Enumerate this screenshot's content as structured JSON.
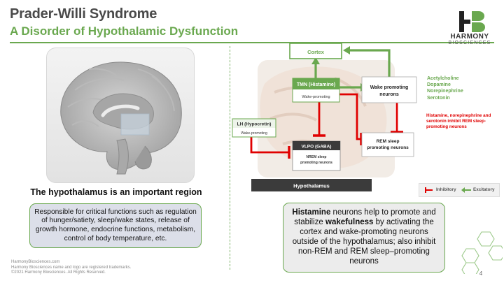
{
  "header": {
    "title": "Prader-Willi Syndrome",
    "subtitle": "A Disorder of Hypothalamic Dysfunction"
  },
  "logo": {
    "word": "HARMONY",
    "sub": "BIOSCIENCES"
  },
  "left_panel": {
    "heading": "The hypothalamus is an important region",
    "description": "Responsible for critical functions such as regulation of hunger/satiety, sleep/wake states, release of growth hormone, endocrine functions, metabolism, control of body temperature, etc."
  },
  "diagram": {
    "cortex": "Cortex",
    "tmn_title": "TMN (Histamine)",
    "tmn_sub": "Wake-promoting",
    "wake_title": "Wake promoting neurons",
    "lh_title": "LH (Hypocretin)",
    "lh_sub": "Wake-promoting",
    "vlpo_title": "VLPO (GABA)",
    "vlpo_sub": "NREM sleep promoting neurons",
    "rem_title": "REM sleep promoting neurons",
    "hypothalamus": "Hypothalamus"
  },
  "neurotransmitters": [
    "Acetylcholine",
    "Dopamine",
    "Norepinephrine",
    "Serotonin"
  ],
  "inhibition_note": "Histamine, norepinephrine and serotonin inhibit REM sleep-promoting neurons",
  "legend": {
    "inhibitory": "Inhibitory",
    "excitatory": "Excitatory"
  },
  "right_description": {
    "part1": "Histamine",
    "part2": " neurons help to promote and stabilize ",
    "part3": "wakefulness",
    "part4": " by activating the cortex and wake-promoting neurons outside of the hypothalamus; also inhibit non-REM and REM sleep–promoting neurons"
  },
  "footer": {
    "line1": "HarmonyBiosciences.com",
    "line2": "Harmony Biosciences name and logo are registered trademarks.",
    "line3": "©2021 Harmony Biosciences. All Rights Reserved."
  },
  "page_number": "4",
  "colors": {
    "accent_green": "#6aa84f",
    "inhibitory_red": "#e00000",
    "title_gray": "#4a4a4a"
  }
}
